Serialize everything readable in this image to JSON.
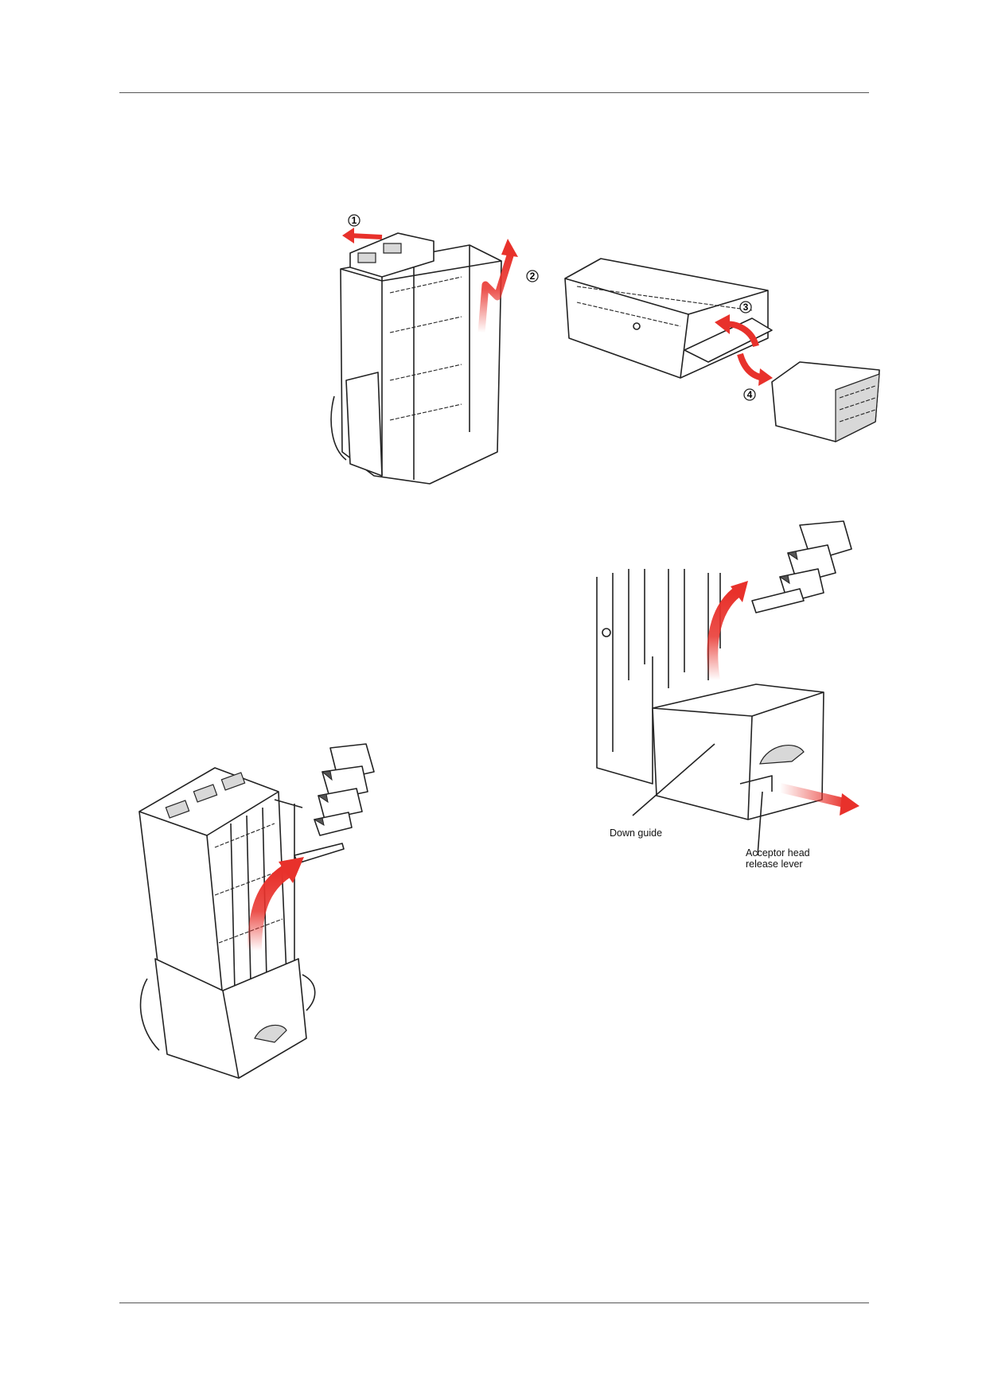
{
  "figures": {
    "removal_steps": {
      "step_numbers": [
        "1",
        "2",
        "3",
        "4"
      ]
    },
    "detail_view": {
      "callouts": {
        "down_guide": "Down guide",
        "release_lever_line1": "Acceptor head",
        "release_lever_line2": "release lever"
      }
    }
  },
  "colors": {
    "arrow_red": "#e8312b",
    "line": "#222222",
    "rule": "#555555"
  }
}
